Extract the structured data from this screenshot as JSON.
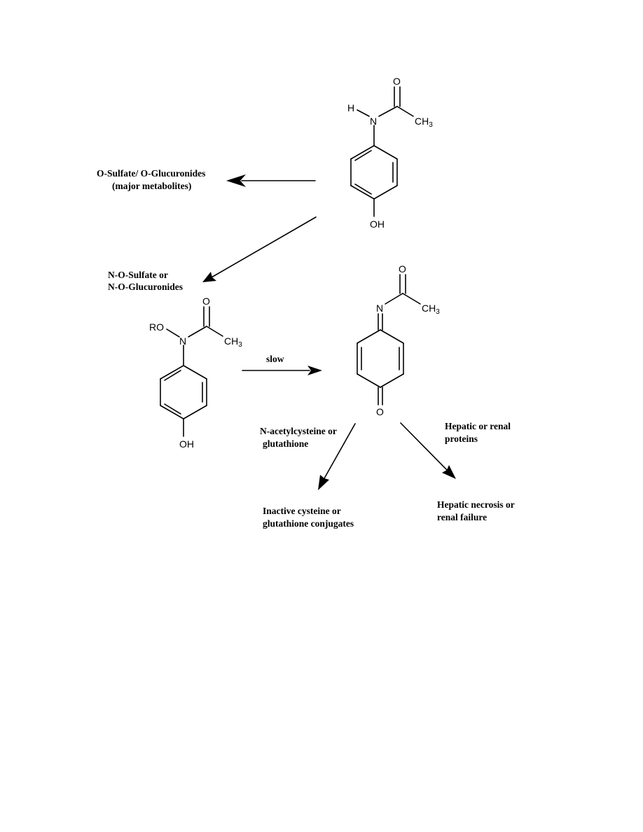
{
  "atoms": {
    "O": "O",
    "N": "N",
    "H": "H",
    "CH": "CH",
    "sub3": "3",
    "OH": "OH",
    "RO": "RO"
  },
  "labels": {
    "major_1": "O-Sulfate/ O-Glucuronides",
    "major_2": "(major metabolites)",
    "minor_1": "N-O-Sulfate or",
    "minor_2": "N-O-Glucuronides",
    "slow": "slow",
    "nac_1": "N-acetylcysteine or",
    "nac_2": "glutathione",
    "prot_1": "Hepatic or renal",
    "prot_2": "proteins",
    "inactive_1": "Inactive cysteine or",
    "inactive_2": "glutathione conjugates",
    "necrosis_1": "Hepatic necrosis or",
    "necrosis_2": "renal failure"
  }
}
